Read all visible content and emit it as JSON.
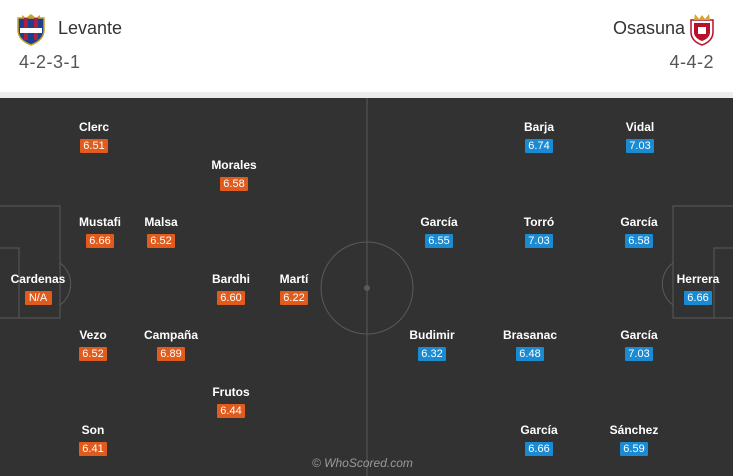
{
  "home": {
    "name": "Levante",
    "formation": "4-2-3-1",
    "rating_color": "#e15b1d",
    "players": [
      {
        "name": "Clerc",
        "rating": "6.51"
      },
      {
        "name": "Morales",
        "rating": "6.58"
      },
      {
        "name": "Mustafi",
        "rating": "6.66"
      },
      {
        "name": "Malsa",
        "rating": "6.52"
      },
      {
        "name": "Cardenas",
        "rating": "N/A"
      },
      {
        "name": "Bardhi",
        "rating": "6.60"
      },
      {
        "name": "Martí",
        "rating": "6.22"
      },
      {
        "name": "Vezo",
        "rating": "6.52"
      },
      {
        "name": "Campaña",
        "rating": "6.89"
      },
      {
        "name": "Frutos",
        "rating": "6.44"
      },
      {
        "name": "Son",
        "rating": "6.41"
      }
    ]
  },
  "away": {
    "name": "Osasuna",
    "formation": "4-4-2",
    "rating_color": "#1a8bd3",
    "players": [
      {
        "name": "Barja",
        "rating": "6.74"
      },
      {
        "name": "Vidal",
        "rating": "7.03"
      },
      {
        "name": "García",
        "rating": "6.55"
      },
      {
        "name": "Torró",
        "rating": "7.03"
      },
      {
        "name": "García",
        "rating": "6.58"
      },
      {
        "name": "Herrera",
        "rating": "6.66"
      },
      {
        "name": "Budimir",
        "rating": "6.32"
      },
      {
        "name": "Brasanac",
        "rating": "6.48"
      },
      {
        "name": "García",
        "rating": "7.03"
      },
      {
        "name": "García",
        "rating": "6.66"
      },
      {
        "name": "Sánchez",
        "rating": "6.59"
      }
    ]
  },
  "watermark": "© WhoScored.com"
}
